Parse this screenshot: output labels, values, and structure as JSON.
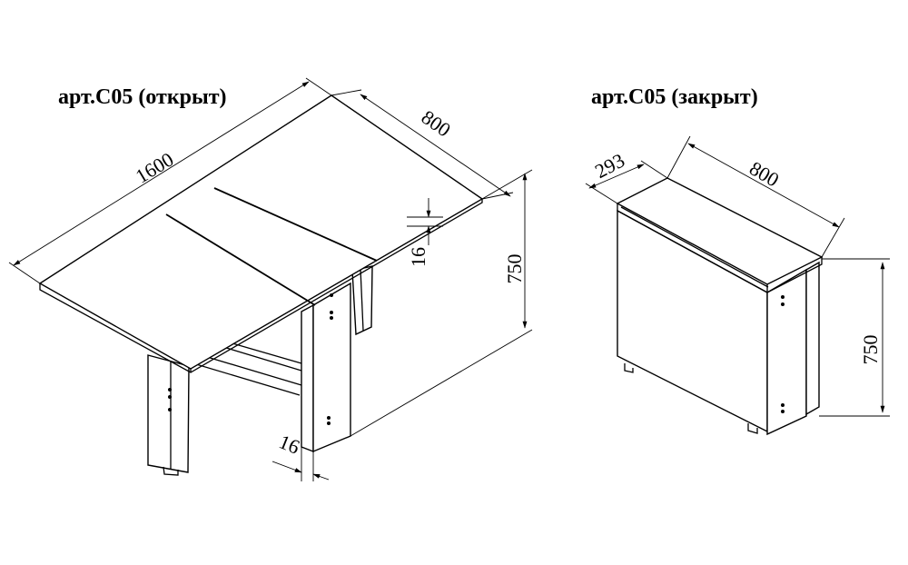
{
  "open_view": {
    "title": "арт.С05 (открыт)",
    "dims": {
      "length": "1600",
      "width": "800",
      "thickness_top": "16",
      "height": "750",
      "thickness_leg": "16"
    }
  },
  "closed_view": {
    "title": "арт.С05 (закрыт)",
    "dims": {
      "depth": "293",
      "width": "800",
      "height": "750"
    }
  }
}
